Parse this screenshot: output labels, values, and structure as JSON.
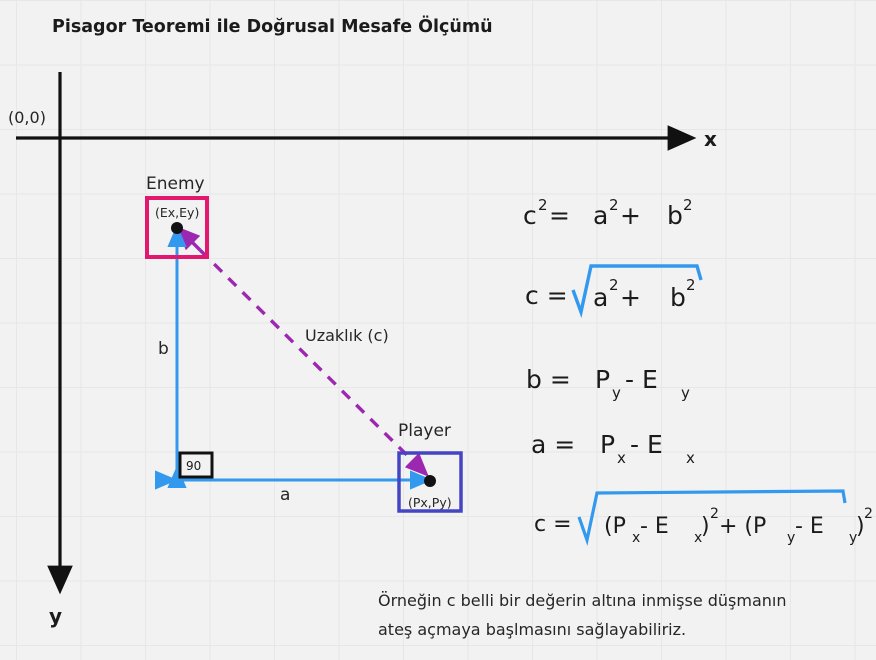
{
  "title": "Pisagor Teoremi ile Doğrusal Mesafe Ölçümü",
  "colors": {
    "background": "#f2f2f2",
    "grid": "#e7e7e7",
    "axis": "#111111",
    "enemy_box": "#e2186e",
    "player_box": "#4545c4",
    "leg_arrow": "#3399ee",
    "hypotenuse": "#9c27b0",
    "radical": "#3399ee",
    "text": "#262626"
  },
  "axes": {
    "origin_label": "(0,0)",
    "x_label": "x",
    "y_label": "y"
  },
  "enemy": {
    "label": "Enemy",
    "coord_label": "(Ex,Ey)"
  },
  "player": {
    "label": "Player",
    "coord_label": "(Px,Py)"
  },
  "legs": {
    "vertical_label": "b",
    "horizontal_label": "a",
    "right_angle_label": "90",
    "hypotenuse_label": "Uzaklık (c)"
  },
  "formulas": [
    {
      "id": "pythagorean",
      "parts": [
        "c",
        "2",
        " =  ",
        "a",
        "2",
        "  +  ",
        "b",
        "2"
      ],
      "plain": "c² = a² + b²"
    },
    {
      "id": "c-sqrt",
      "plain": "c = √(a² + b²)",
      "lhs": "c  =",
      "radicand": [
        "a",
        "2",
        "  +  ",
        "b",
        "2"
      ]
    },
    {
      "id": "b-def",
      "plain": "b = Py - Ey",
      "lhs": "b  =",
      "rhs": [
        "P",
        "y",
        "  -  E",
        "y"
      ]
    },
    {
      "id": "a-def",
      "plain": "a = Px - Ex",
      "lhs": "a  =",
      "rhs": [
        "P",
        "x",
        "  -  E",
        "x"
      ]
    },
    {
      "id": "c-full",
      "plain": "c = √((Px - Ex)² + (Py - Ey)²)",
      "lhs": "c  =",
      "radicand": [
        "(P",
        "x",
        "  -  E",
        "x",
        ")",
        "2",
        " +  (P",
        "y",
        "  -  E",
        "y",
        ")",
        "2"
      ]
    }
  ],
  "note": {
    "line1": "Örneğin c belli bir değerin altına inmişse düşmanın",
    "line2": "ateş açmaya başlmasını sağlayabiliriz."
  }
}
